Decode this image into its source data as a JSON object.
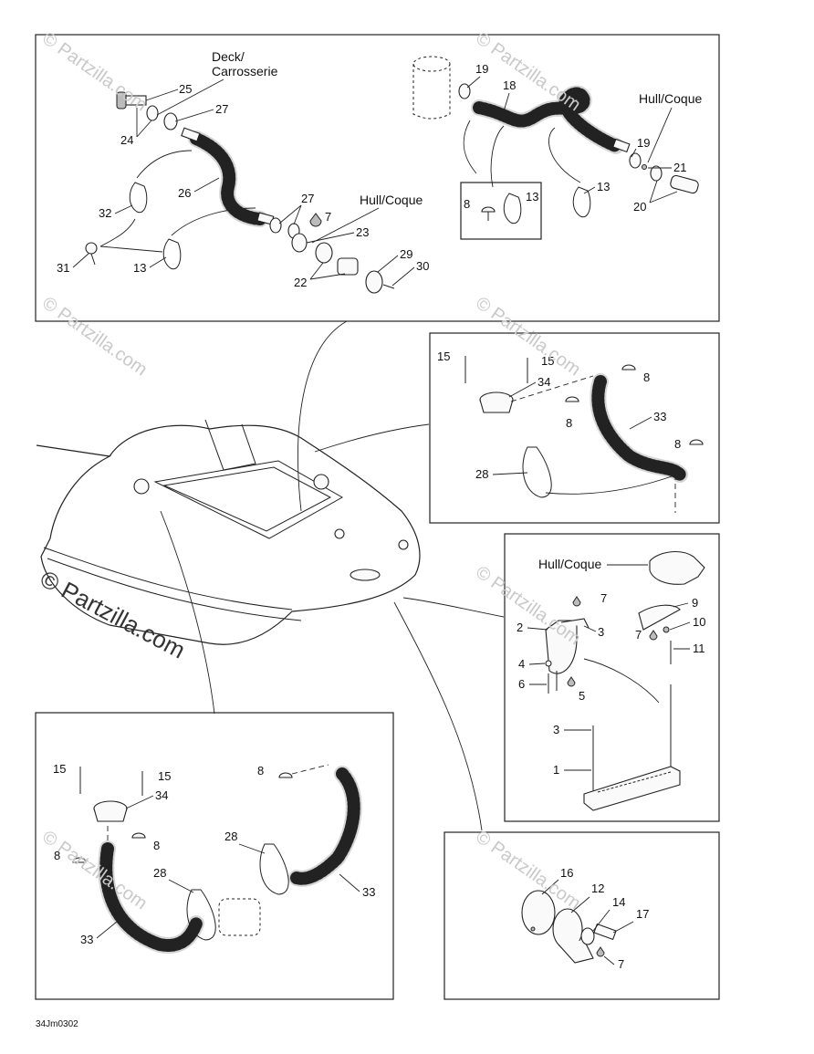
{
  "diagram": {
    "watermark": "© Partzilla.com",
    "drawing_code": "34Jm0302",
    "panel_top": {
      "deck_label_line1": "Deck/",
      "deck_label_line2": "Carrosserie",
      "hull_label_left": "Hull/Coque",
      "hull_label_right": "Hull/Coque",
      "callouts": [
        "25",
        "27",
        "24",
        "26",
        "32",
        "31",
        "13",
        "27",
        "7",
        "23",
        "22",
        "29",
        "30",
        "19",
        "18",
        "19",
        "21",
        "20",
        "13",
        "8",
        "13"
      ]
    },
    "panel_mid_right": {
      "callouts": [
        "15",
        "15",
        "34",
        "8",
        "8",
        "33",
        "8",
        "28"
      ]
    },
    "panel_right": {
      "hull_label": "Hull/Coque",
      "callouts": [
        "7",
        "2",
        "3",
        "4",
        "6",
        "5",
        "9",
        "10",
        "7",
        "11",
        "3",
        "1"
      ]
    },
    "panel_bottom_left": {
      "callouts": [
        "15",
        "15",
        "34",
        "8",
        "8",
        "8",
        "28",
        "28",
        "33",
        "33"
      ]
    },
    "panel_bottom_right": {
      "callouts": [
        "16",
        "12",
        "14",
        "17",
        "7"
      ]
    }
  }
}
